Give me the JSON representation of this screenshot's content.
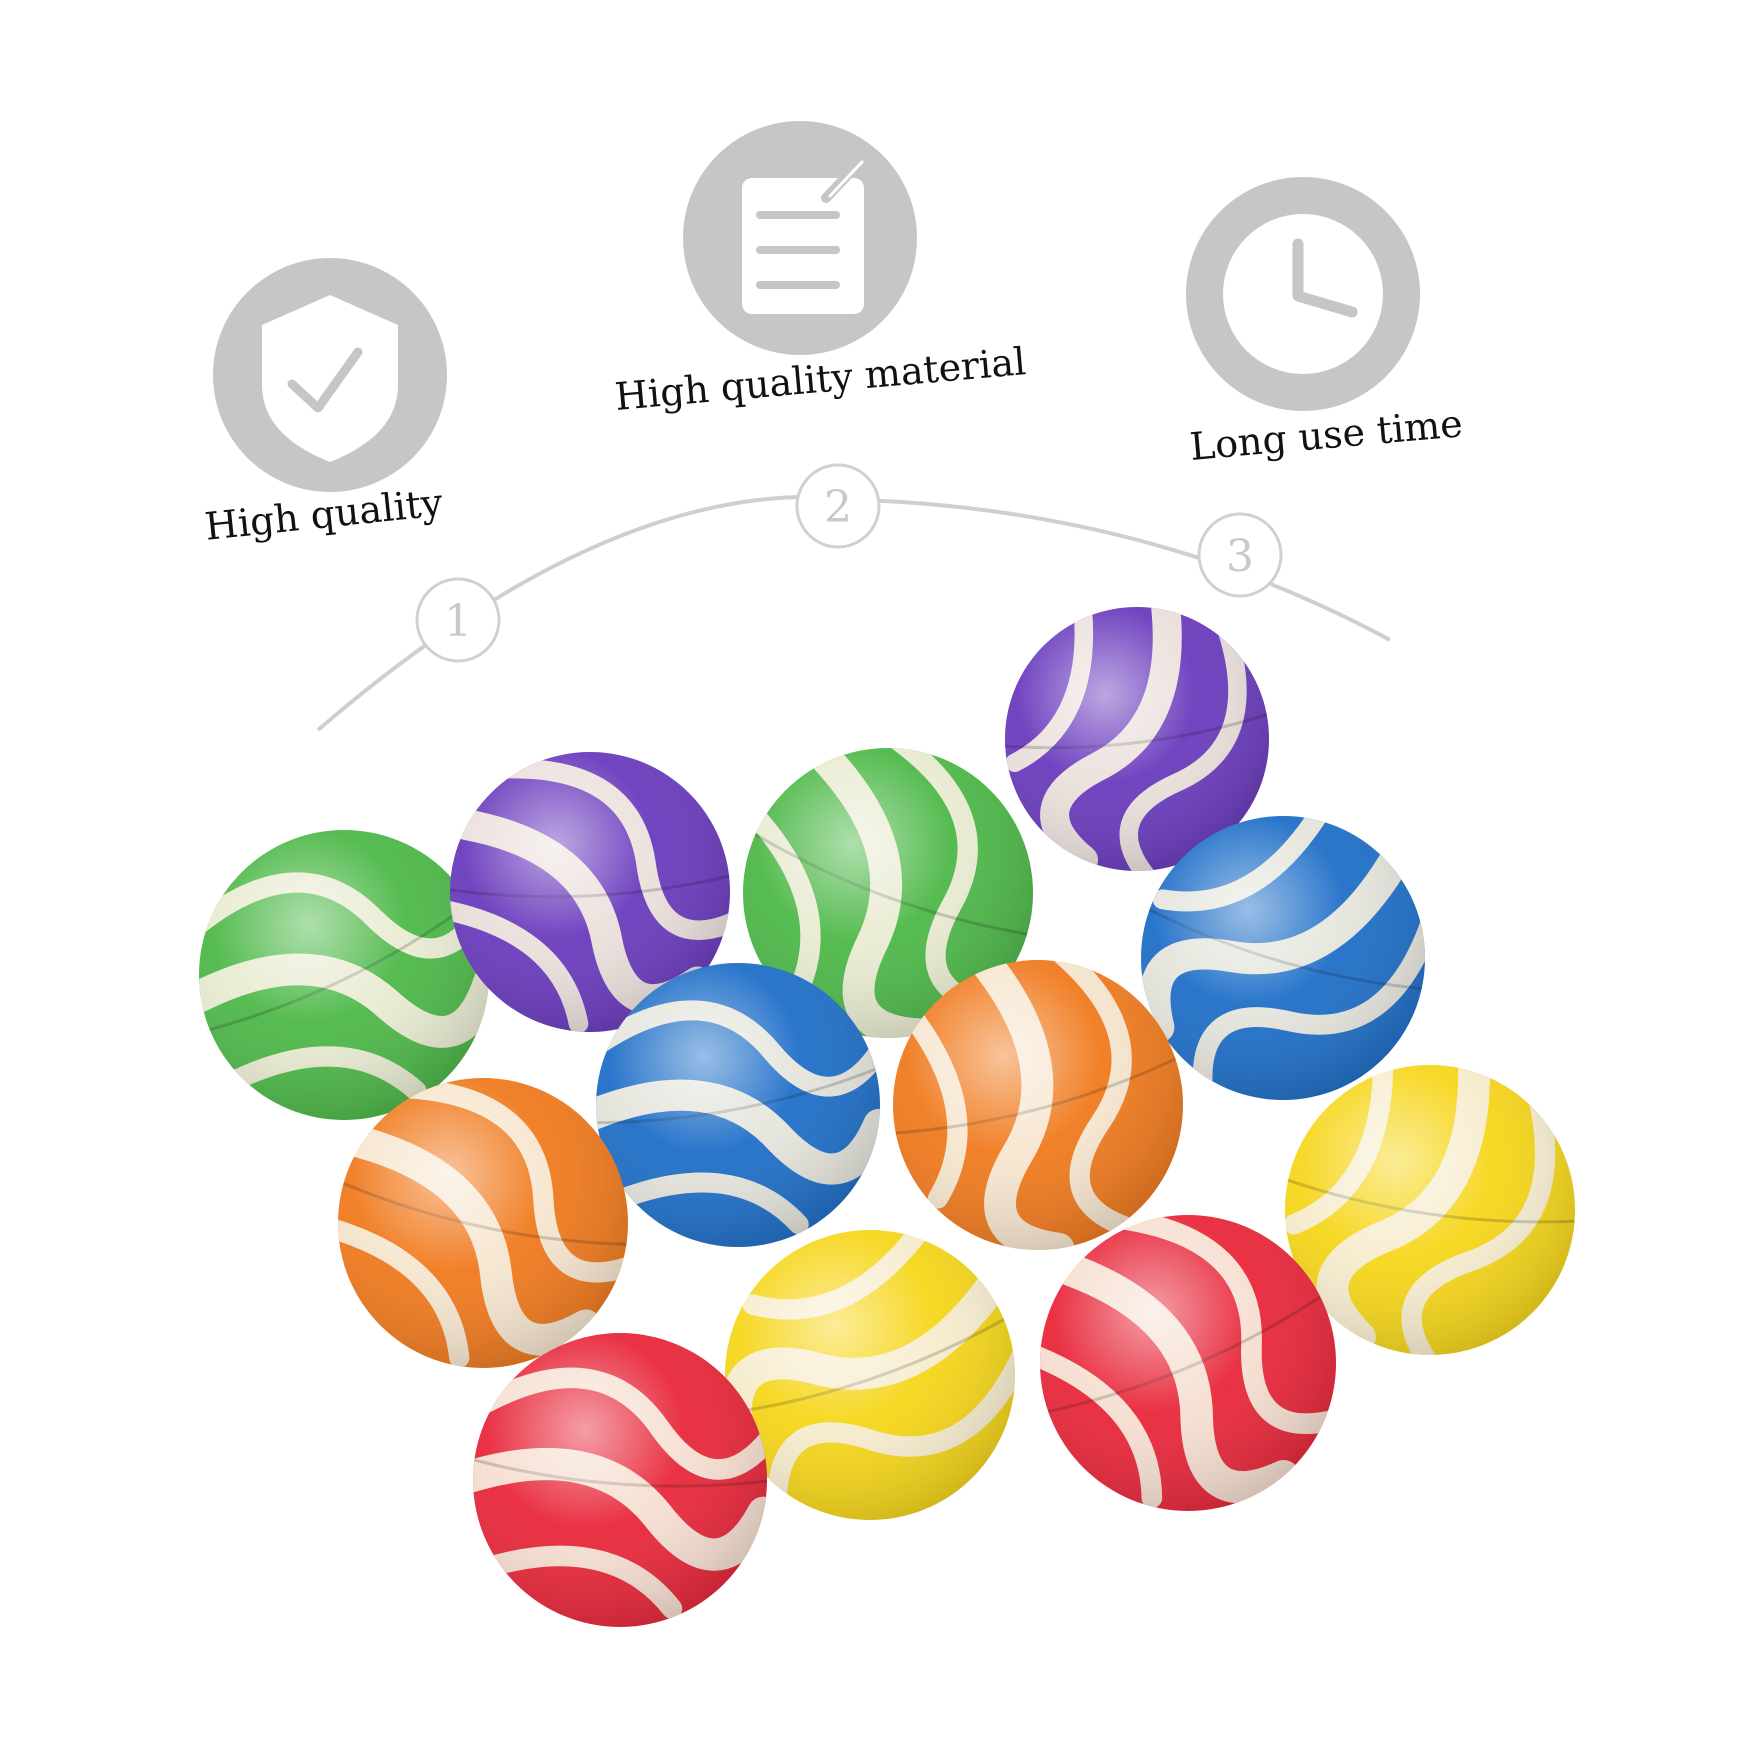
{
  "features": [
    {
      "label": "High quality",
      "icon": "shield-check-icon"
    },
    {
      "label": "High quality material",
      "icon": "document-pen-icon"
    },
    {
      "label": "Long use time",
      "icon": "clock-icon"
    }
  ],
  "steps": [
    "1",
    "2",
    "3"
  ],
  "colors": {
    "icon_circle": "#c6c6c6",
    "arc": "#cfcfcf",
    "green": "#4db848",
    "purple": "#6a3bbd",
    "blue": "#1f6fc8",
    "orange": "#f07a1e",
    "yellow": "#f6d61a",
    "red": "#e8273a",
    "cream": "#f6efde"
  },
  "balls": [
    {
      "color": "green"
    },
    {
      "color": "purple"
    },
    {
      "color": "green"
    },
    {
      "color": "purple"
    },
    {
      "color": "blue"
    },
    {
      "color": "blue"
    },
    {
      "color": "orange"
    },
    {
      "color": "orange"
    },
    {
      "color": "yellow"
    },
    {
      "color": "yellow"
    },
    {
      "color": "red"
    },
    {
      "color": "red"
    }
  ]
}
